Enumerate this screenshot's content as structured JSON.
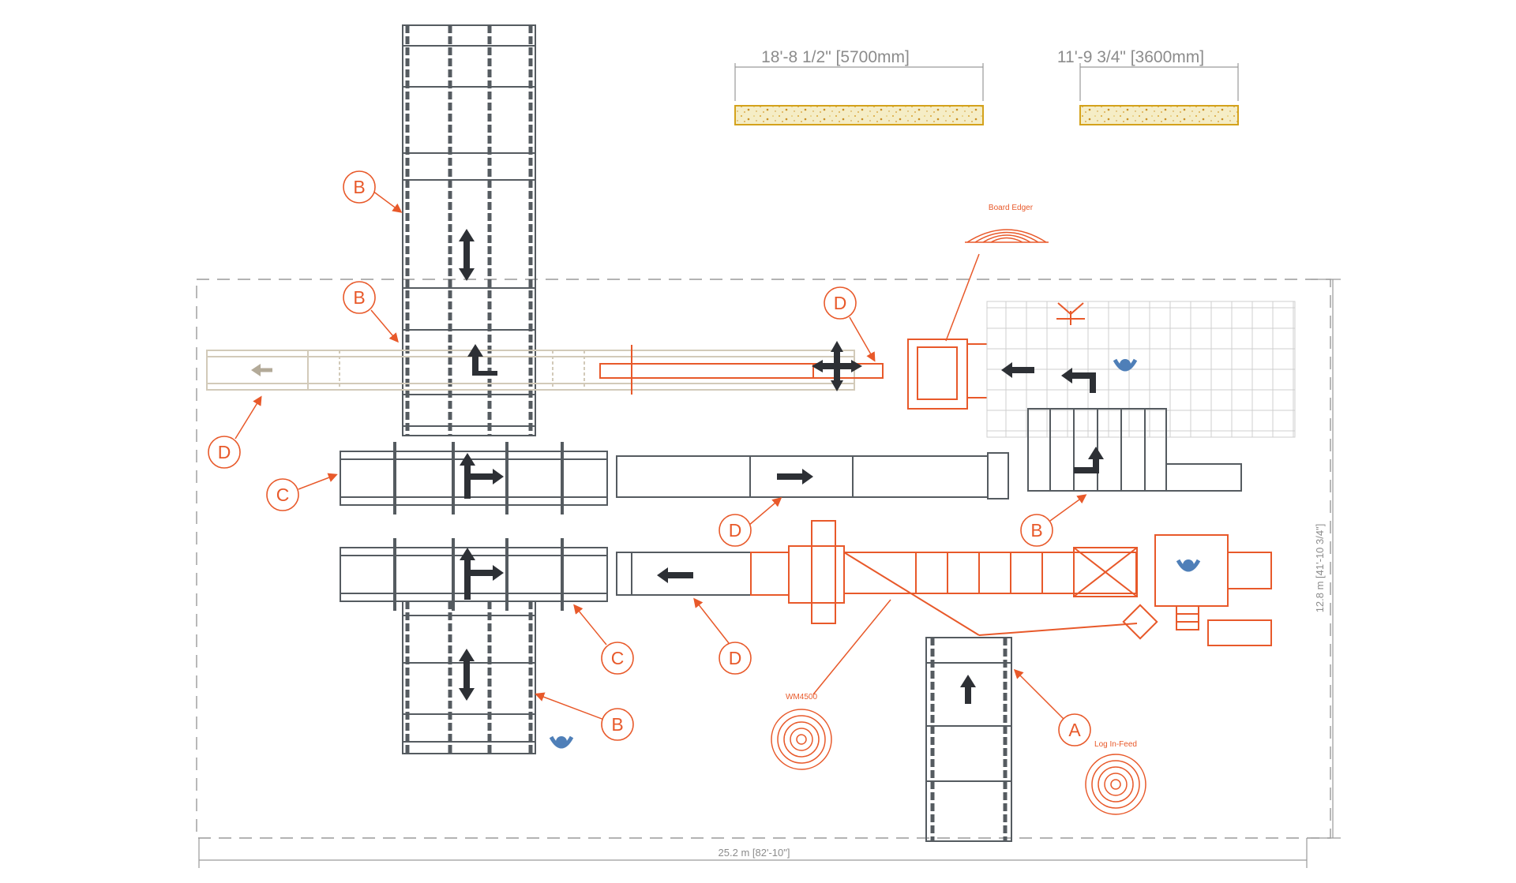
{
  "dimensions": {
    "board_long": "18'-8 1/2\" [5700mm]",
    "board_short": "11'-9 3/4\" [3600mm]",
    "overall_width": "25.2 m [82'-10\"]",
    "overall_height": "12.8 m [41'-10 3/4\"]"
  },
  "labels": {
    "board_edger": "Board Edger",
    "wm4500": "WM4500",
    "log_infeed": "Log In-Feed"
  },
  "callouts": {
    "b_top": "B",
    "b_mid": "B",
    "b_right": "B",
    "b_bottom": "B",
    "d_top": "D",
    "d_left": "D",
    "d_mid": "D",
    "d_low": "D",
    "c_upper": "C",
    "c_lower": "C",
    "a_infeed": "A"
  },
  "colors": {
    "equipment": "#555b60",
    "highlight": "#e8592a",
    "faded": "#d2cab9",
    "arrow": "#2d3035",
    "operator": "#4f7fb8",
    "board": "#f4ecc2",
    "board_border": "#d4a21c",
    "dimension": "#9a9a9a"
  }
}
